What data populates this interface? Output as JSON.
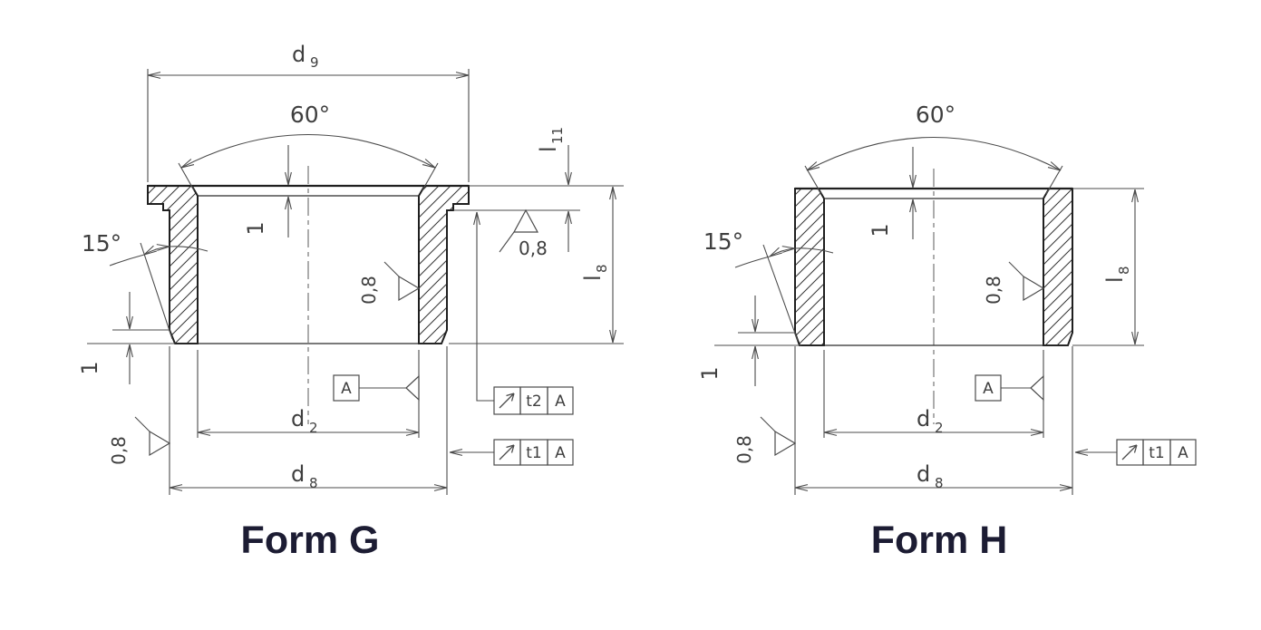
{
  "drawing": {
    "background_color": "#ffffff",
    "line_color": "#1f1f1f",
    "dimension_color": "#4b4b4b",
    "title_color": "#1c1c33"
  },
  "form_g": {
    "title": "Form G",
    "labels": {
      "d9": {
        "base": "d",
        "sub": "9"
      },
      "d2": {
        "base": "d",
        "sub": "2"
      },
      "d8": {
        "base": "d",
        "sub": "8"
      },
      "l11": {
        "base": "l",
        "sub": "11"
      },
      "l8": {
        "base": "l",
        "sub": "8"
      },
      "angle_chamfer_top": "60°",
      "angle_chamfer_bottom": "15°",
      "chamfer_depth_top": "1",
      "chamfer_depth_bottom": "1",
      "roughness_bore": "0,8",
      "roughness_flange_underside": "0,8",
      "roughness_outer_diameter": "0,8",
      "datum_label": "A"
    },
    "tolerance_frames": [
      {
        "symbol": "circular-runout",
        "tolerance": "t2",
        "datum": "A"
      },
      {
        "symbol": "circular-runout",
        "tolerance": "t1",
        "datum": "A"
      }
    ]
  },
  "form_h": {
    "title": "Form H",
    "labels": {
      "d2": {
        "base": "d",
        "sub": "2"
      },
      "d8": {
        "base": "d",
        "sub": "8"
      },
      "l8": {
        "base": "l",
        "sub": "8"
      },
      "angle_chamfer_top": "60°",
      "angle_chamfer_bottom": "15°",
      "chamfer_depth_top": "1",
      "chamfer_depth_bottom": "1",
      "roughness_bore": "0,8",
      "roughness_outer_diameter": "0,8",
      "datum_label": "A"
    },
    "tolerance_frames": [
      {
        "symbol": "circular-runout",
        "tolerance": "t1",
        "datum": "A"
      }
    ]
  }
}
